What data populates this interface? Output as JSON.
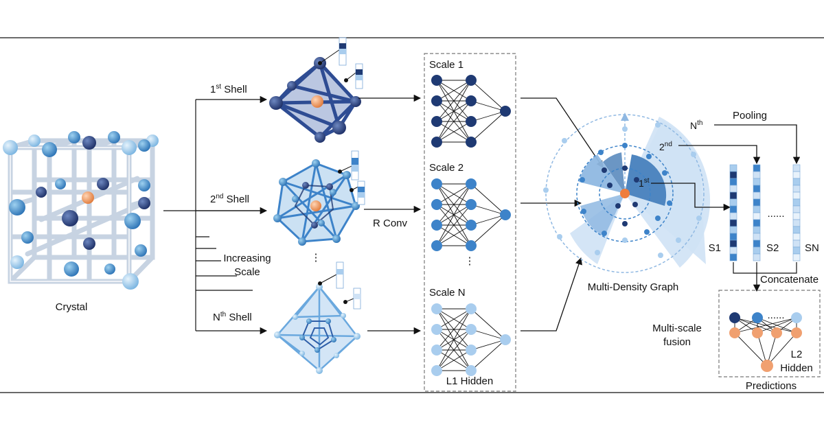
{
  "labels": {
    "crystal": "Crystal",
    "shell1_base": "1",
    "shell1_sup": "st",
    "shell1_tail": " Shell",
    "shell2_base": "2",
    "shell2_sup": "nd",
    "shell2_tail": " Shell",
    "shellN_base": "N",
    "shellN_sup": "th",
    "shellN_tail": " Shell",
    "increasing": "Increasing",
    "scale": "Scale",
    "ellipsis_vertical": "⋮",
    "scale1": "Scale 1",
    "scale2": "Scale 2",
    "scaleN": "Scale N",
    "rconv": "R Conv",
    "l1_hidden": "L1 Hidden",
    "mdg_title": "Multi-Density Graph",
    "ring1_base": "1",
    "ring1_sup": "st",
    "ring2_base": "2",
    "ring2_sup": "nd",
    "ringN_base": "N",
    "ringN_sup": "th",
    "pooling": "Pooling",
    "s1": "S1",
    "s2": "S2",
    "sn": "SN",
    "dots_h": "......",
    "concatenate": "Concatenate",
    "multiscale_line1": "Multi-scale",
    "multiscale_line2": "fusion",
    "l2_line1": "L2",
    "l2_line2": "Hidden",
    "predictions": "Predictions"
  },
  "colors": {
    "navy": "#1f3a73",
    "blue": "#3d83c9",
    "light_blue": "#a9cdee",
    "orange": "#f0a070",
    "orange_center": "#ef7d3c",
    "sector_light": "#cfe2f5",
    "sector_mid": "#8fb8e2",
    "sector_dark": "#4f86c0"
  }
}
